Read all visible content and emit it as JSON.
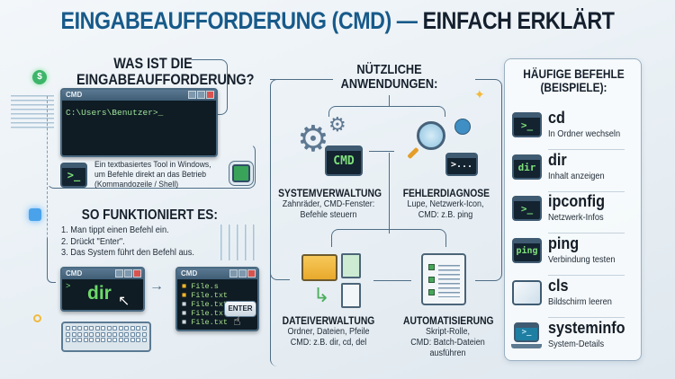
{
  "title": {
    "part1": "EINGABEAUFFORDERUNG (CMD)",
    "dash": " — ",
    "part2": "EINFACH ERKLÄRT",
    "colors": {
      "part1": "#175a8a",
      "part2": "#14202e"
    }
  },
  "what_is": {
    "heading_line1": "WAS IST DIE",
    "heading_line2": "EINGABEAUFFORDERUNG?",
    "window_title": "CMD",
    "prompt": "C:\\Users\\Benutzer>_",
    "icon_glyph": ">_",
    "description_line1": "Ein textbasiertes Tool in Windows,",
    "description_line2": "um Befehle direkt an das Betrieb",
    "description_line3": "(Kommandozeile / Shell)",
    "side_badge": "$"
  },
  "how_it_works": {
    "heading": "SO FUNKTIONIERT ES:",
    "steps": [
      "1. Man tippt einen Befehl ein.",
      "2. Drückt \"Enter\".",
      "3. Das System führt den Befehl aus."
    ],
    "input_window": {
      "title": "CMD",
      "prompt": ">",
      "command": "dir"
    },
    "output_window": {
      "title": "CMD",
      "files": [
        "File.s",
        "File.txt",
        "File.txt",
        "File.txt",
        "File.txt"
      ],
      "enter_key": "ENTER"
    }
  },
  "uses": {
    "heading_line1": "NÜTZLICHE",
    "heading_line2": "ANWENDUNGEN:",
    "items": [
      {
        "label": "SYSTEMVERWALTUNG",
        "desc1": "Zahnräder, CMD-Fenster:",
        "desc2": "Befehle steuern",
        "desc3": "",
        "icon_text": "CMD"
      },
      {
        "label": "FEHLERDIAGNOSE",
        "desc1": "Lupe, Netzwerk-Icon,",
        "desc2": "CMD: z.B. ping",
        "desc3": "",
        "icon_text": ">..."
      },
      {
        "label": "DATEIVERWALTUNG",
        "desc1": "Ordner, Dateien, Pfeile",
        "desc2": "CMD: z.B. dir, cd, del",
        "desc3": ""
      },
      {
        "label": "AUTOMATISIERUNG",
        "desc1": "Skript-Rolle,",
        "desc2": "CMD: Batch-Dateien",
        "desc3": "ausführen"
      }
    ]
  },
  "commands": {
    "heading_line1": "HÄUFIGE BEFEHLE",
    "heading_line2": "(BEISPIELE):",
    "items": [
      {
        "name": "cd",
        "desc": "In Ordner wechseln",
        "icon": ">_"
      },
      {
        "name": "dir",
        "desc": "Inhalt anzeigen",
        "icon": "dir"
      },
      {
        "name": "ipconfig",
        "desc": "Netzwerk-Infos",
        "icon": ">_"
      },
      {
        "name": "ping",
        "desc": "Verbindung testen",
        "icon": "ping"
      },
      {
        "name": "cls",
        "desc": "Bildschirm leeren",
        "icon": ""
      },
      {
        "name": "systeminfo",
        "desc": "System-Details",
        "icon": ">_"
      }
    ]
  }
}
